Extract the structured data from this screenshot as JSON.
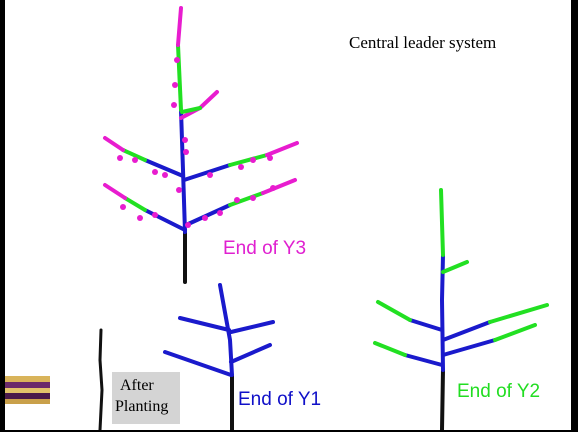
{
  "slide": {
    "title": "Central leader system",
    "labels": {
      "after_planting_line1": "After",
      "after_planting_line2": "Planting",
      "end_y1": "End of Y1",
      "end_y2": "End of Y2",
      "end_y3": "End of Y3"
    }
  },
  "colors": {
    "trunk": "#111111",
    "year1": "#1a1acc",
    "year2": "#22e022",
    "year3": "#e81ccf",
    "stripe_gold": "#d9b45a",
    "stripe_purple": "#6a2a6a",
    "background": "#ffffff"
  }
}
